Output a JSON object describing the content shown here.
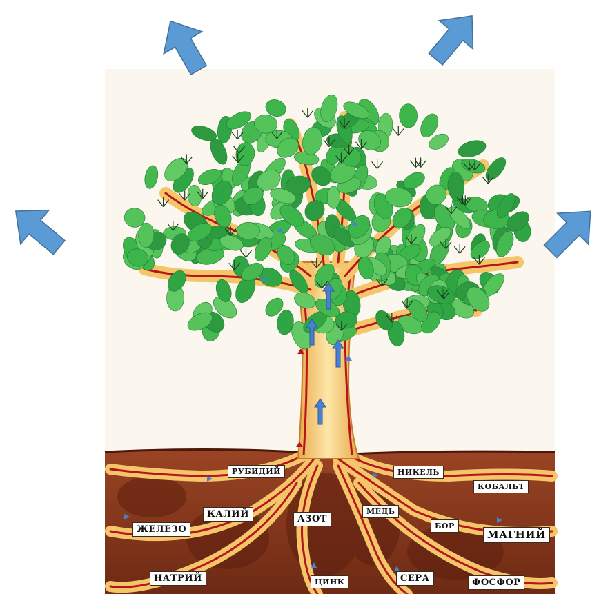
{
  "colors": {
    "sky_arrow": "#5b9bd5",
    "sky_arrow_stroke": "#41719c",
    "leaf": "#3cb54a",
    "leaf_dark": "#1e7a34",
    "trunk": "#f7c96b",
    "sap_vessel": "#b5161c",
    "soil": "#8b3a1e",
    "soil_dark": "#5c1f0f",
    "flow_arrow": "#4a7fd1"
  },
  "arrows": {
    "outward_count": 4,
    "trunk_up_count": 4,
    "icon": "arrow-icon"
  },
  "labels": {
    "rubidium": "РУБИДИЙ",
    "nickel": "НИКЕЛЬ",
    "cobalt": "КОБАЛЬТ",
    "potassium": "КАЛИЙ",
    "nitrogen": "АЗОТ",
    "copper": "МЕДЬ",
    "boron": "БОР",
    "magnesium": "МАГНИЙ",
    "iron": "ЖЕЛЕЗО",
    "sodium": "НАТРИЙ",
    "zinc": "ЦИНК",
    "sulfur": "СЕРА",
    "phosphorus": "ФОСФОР"
  }
}
